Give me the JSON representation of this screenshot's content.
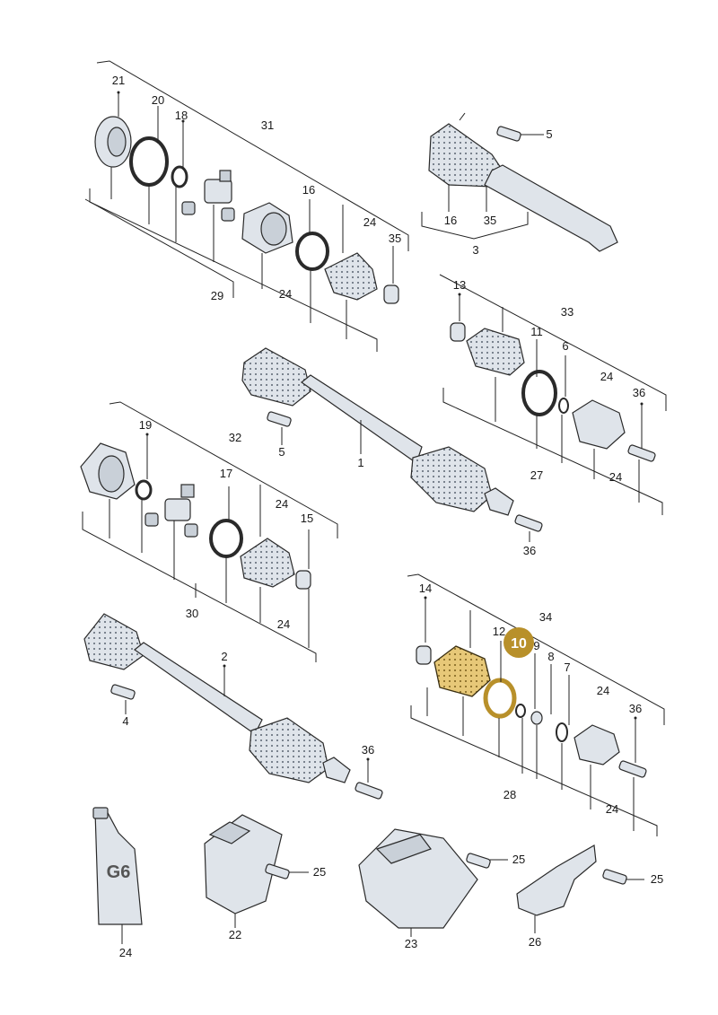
{
  "highlight": {
    "badge": "10",
    "color": "#b8902a"
  },
  "tube": {
    "text": "G6"
  },
  "labels": {
    "l21": "21",
    "l20": "20",
    "l18": "18",
    "l31": "31",
    "l16a": "16",
    "l24a": "24",
    "l35a": "35",
    "l29": "29",
    "l24b": "24",
    "l5a": "5",
    "l16b": "16",
    "l35b": "35",
    "l3": "3",
    "l13": "13",
    "l33": "33",
    "l11": "11",
    "l6": "6",
    "l24c": "24",
    "l36a": "36",
    "l27": "27",
    "l24d": "24",
    "l5b": "5",
    "l1": "1",
    "l36b": "36",
    "l19": "19",
    "l32": "32",
    "l17": "17",
    "l24e": "24",
    "l15": "15",
    "l30": "30",
    "l24f": "24",
    "l2": "2",
    "l4": "4",
    "l36c": "36",
    "l14": "14",
    "l34": "34",
    "l12": "12",
    "l9": "9",
    "l8": "8",
    "l7": "7",
    "l24g": "24",
    "l36d": "36",
    "l28": "28",
    "l24h": "24",
    "l25a": "25",
    "l25b": "25",
    "l25c": "25",
    "l24i": "24",
    "l22": "22",
    "l23": "23",
    "l26": "26"
  }
}
